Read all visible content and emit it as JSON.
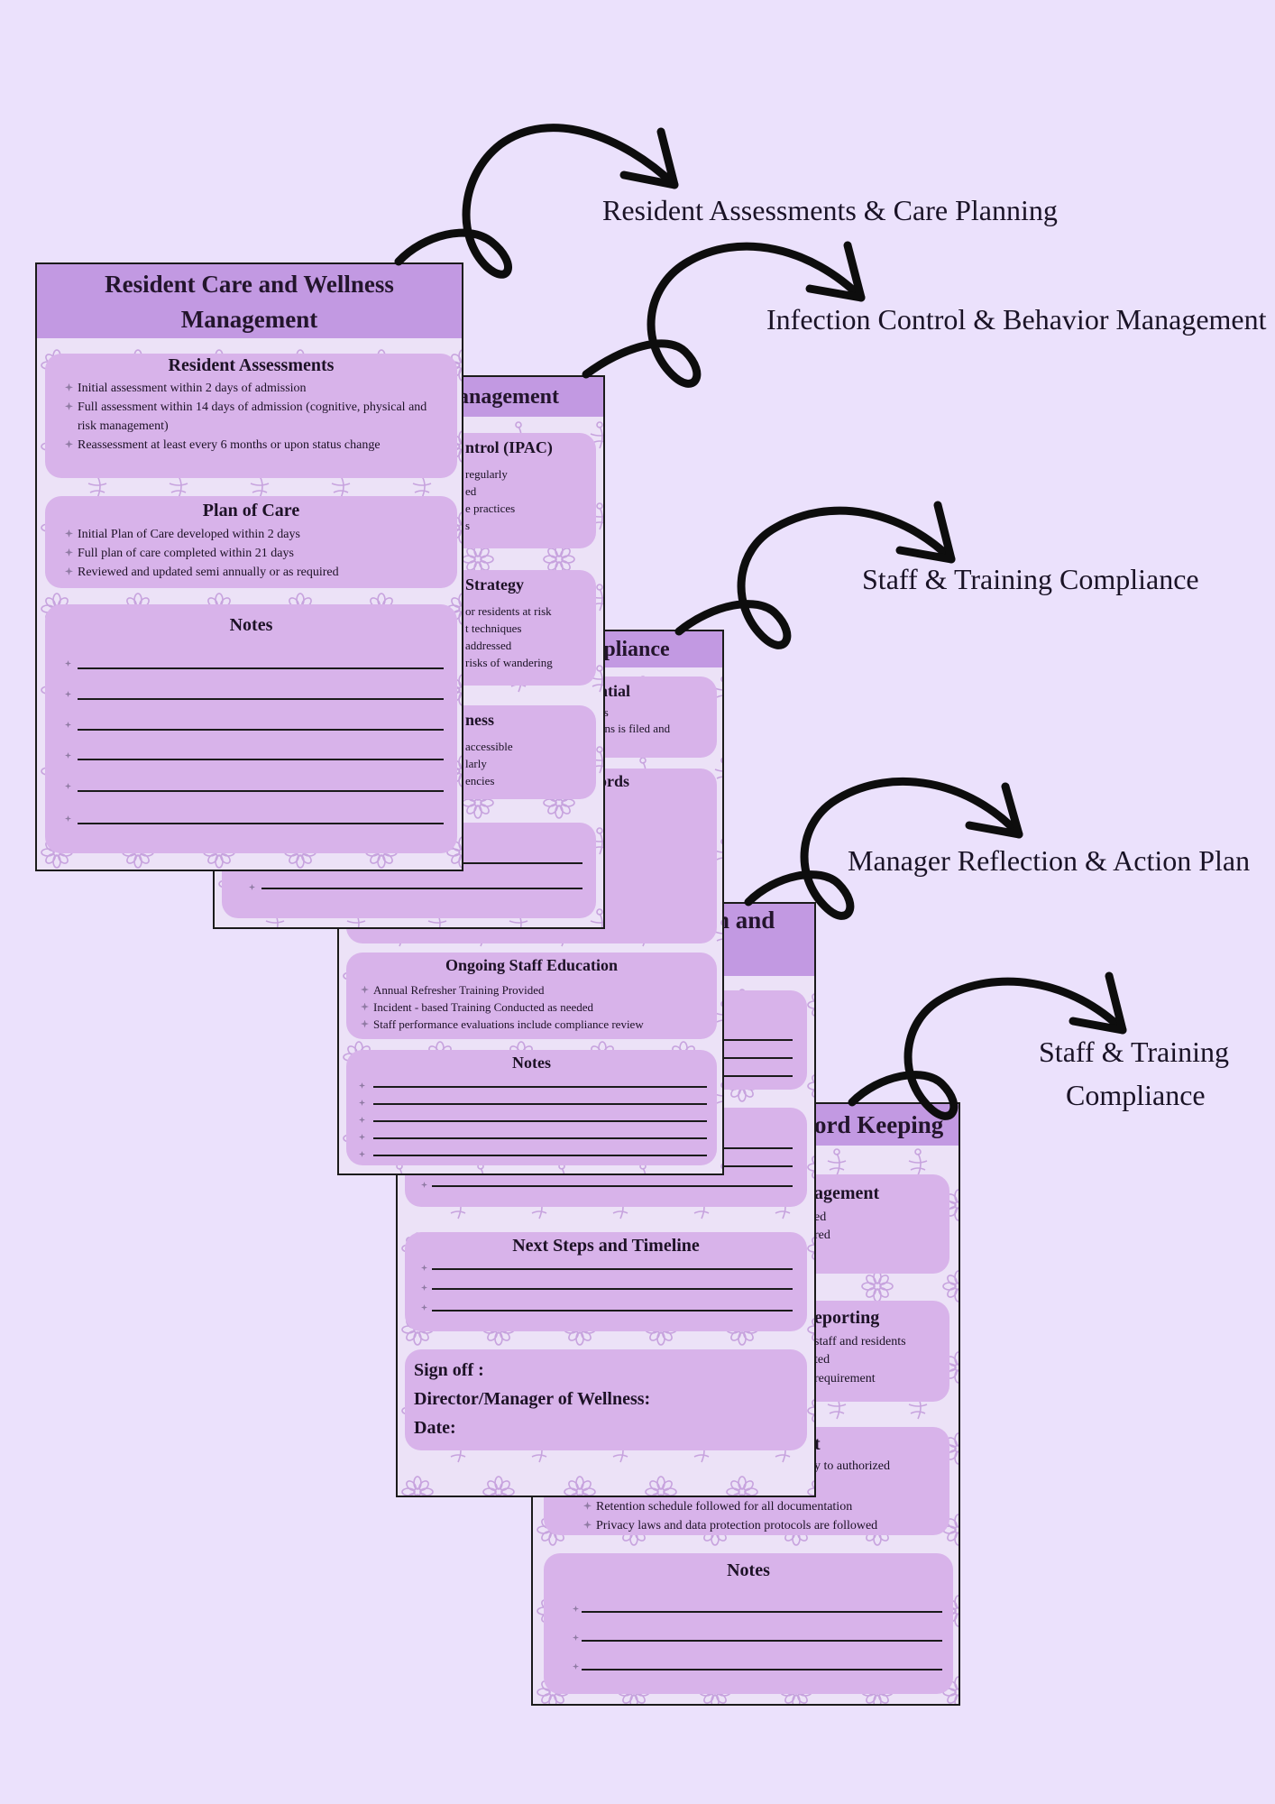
{
  "labels": {
    "a": "Resident Assessments & Care Planning",
    "b": "Infection Control & Behavior Management",
    "c": "Staff  & Training Compliance",
    "d": "Manager Reflection & Action Plan",
    "e1": "Staff  & Training",
    "e2": "Compliance"
  },
  "page1": {
    "title1": "Resident Care and Wellness",
    "title2": "Management",
    "assess_title": "Resident Assessments",
    "assess_items": [
      "Initial assessment within 2 days of admission",
      "Full assessment within 14 days of admission (cognitive, physical and risk management)",
      "Reassessment at least every 6 months or upon status change"
    ],
    "care_title": "Plan of Care",
    "care_items": [
      "Initial Plan of Care developed within 2 days",
      "Full plan of care completed within 21 days",
      "Reviewed and updated semi annually or as required"
    ],
    "notes_title": "Notes"
  },
  "page2": {
    "title": "anagement",
    "s1_title": "ntrol (IPAC)",
    "s1_items": [
      "regularly",
      "ed",
      "e practices",
      "s"
    ],
    "s2_title": "Strategy",
    "s2_items": [
      "or residents at risk",
      "t techniques",
      "addressed",
      "risks of wandering"
    ],
    "s3_title": "ness",
    "s3_items": [
      "accessible",
      "larly",
      "encies"
    ]
  },
  "page3": {
    "title": "npliance",
    "s1_title": "ntial",
    "s1_items": [
      "es",
      "ons is filed and"
    ],
    "s2_title": "ords",
    "edu_title": "Ongoing Staff Education",
    "edu_items": [
      "Annual Refresher Training Provided",
      "Incident - based Training Conducted as needed",
      "Staff performance evaluations include compliance review"
    ],
    "notes_title": "Notes"
  },
  "page4": {
    "title": "ion and",
    "next_title": "Next Steps and Timeline",
    "signoff": "Sign off :",
    "director": "Director/Manager of  Wellness:",
    "date": "Date:"
  },
  "page5": {
    "title": "cord Keeping",
    "s1_title": "agement",
    "s1_items": [
      "ed",
      "red"
    ],
    "s2_title": "eporting",
    "s2_items": [
      "staff and residents",
      "ted",
      "requirement"
    ],
    "s3_title": "t",
    "s3_items": [
      "y to authorized",
      "Retention schedule followed for all documentation",
      "Privacy laws and data protection protocols are followed"
    ],
    "notes_title": "Notes"
  }
}
